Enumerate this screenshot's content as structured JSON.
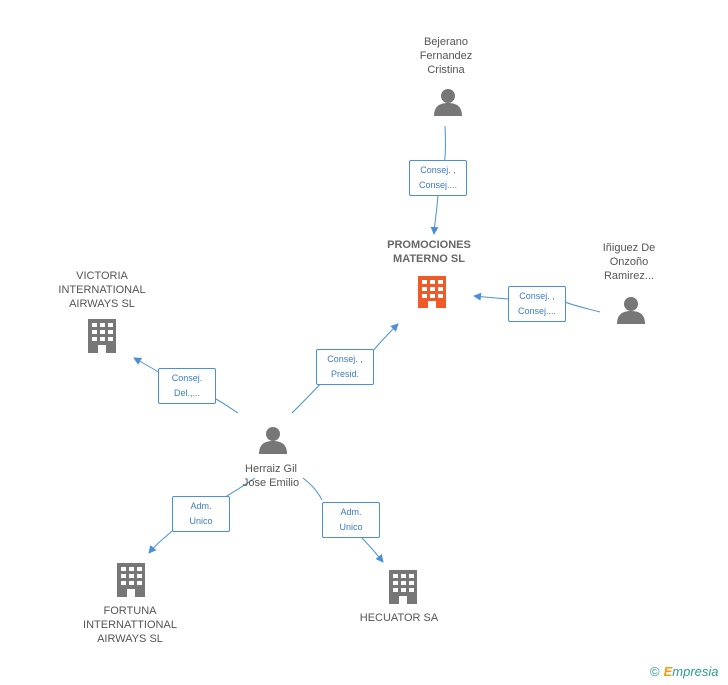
{
  "colors": {
    "edge": "#4a90d9",
    "person": "#777777",
    "company": "#777777",
    "focus_company": "#f05a28"
  },
  "nodes": {
    "promociones": {
      "label": "PROMOCIONES\nMATERNO SL",
      "icon": "building-icon"
    },
    "bejerano": {
      "label": "Bejerano\nFernandez\nCristina",
      "icon": "person-icon"
    },
    "iniguez": {
      "label": "Iñiguez De\nOnzoño\nRamirez...",
      "icon": "person-icon"
    },
    "victoria": {
      "label": "VICTORIA\nINTERNATIONAL\nAIRWAYS  SL",
      "icon": "building-icon"
    },
    "herraiz": {
      "label": "Herraiz Gil\nJose Emilio",
      "icon": "person-icon"
    },
    "fortuna": {
      "label": "FORTUNA\nINTERNATTIONAL\nAIRWAYS SL",
      "icon": "building-icon"
    },
    "hecuator": {
      "label": "HECUATOR SA",
      "icon": "building-icon"
    }
  },
  "edges": {
    "bejerano_promociones": [
      "Consej. ,",
      "Consej...."
    ],
    "iniguez_promociones": [
      "Consej. ,",
      "Consej...."
    ],
    "herraiz_promociones": [
      "Consej. ,",
      "Presid."
    ],
    "herraiz_victoria": [
      "Consej.",
      "Del.,..."
    ],
    "herraiz_fortuna": [
      "Adm.",
      "Unico"
    ],
    "herraiz_hecuator": [
      "Adm.",
      "Unico"
    ]
  },
  "brand": {
    "copyright": "©",
    "name_first": "E",
    "name_rest": "mpresia"
  }
}
